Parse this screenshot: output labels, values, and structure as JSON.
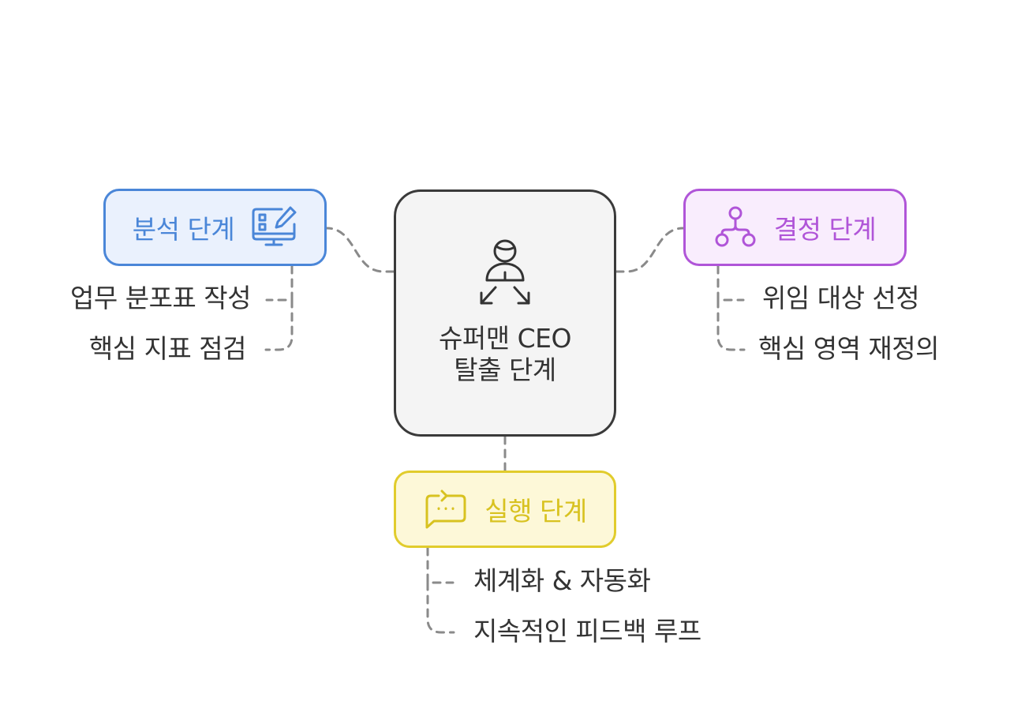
{
  "central": {
    "title_line1": "슈퍼맨 CEO",
    "title_line2": "탈출 단계",
    "icon": "person-delegation-icon"
  },
  "branches": {
    "analysis": {
      "label": "분석 단계",
      "icon": "monitor-edit-icon",
      "color": "#4a86d8",
      "items": [
        "업무 분포표 작성",
        "핵심 지표 점검"
      ]
    },
    "decision": {
      "label": "결정 단계",
      "icon": "hierarchy-icon",
      "color": "#b055d8",
      "items": [
        "위임 대상 선정",
        "핵심 영역 재정의"
      ]
    },
    "execution": {
      "label": "실행 단계",
      "icon": "message-loop-icon",
      "color": "#e1cc2c",
      "items": [
        "체계화 & 자동화",
        "지속적인 피드백 루프"
      ]
    }
  }
}
